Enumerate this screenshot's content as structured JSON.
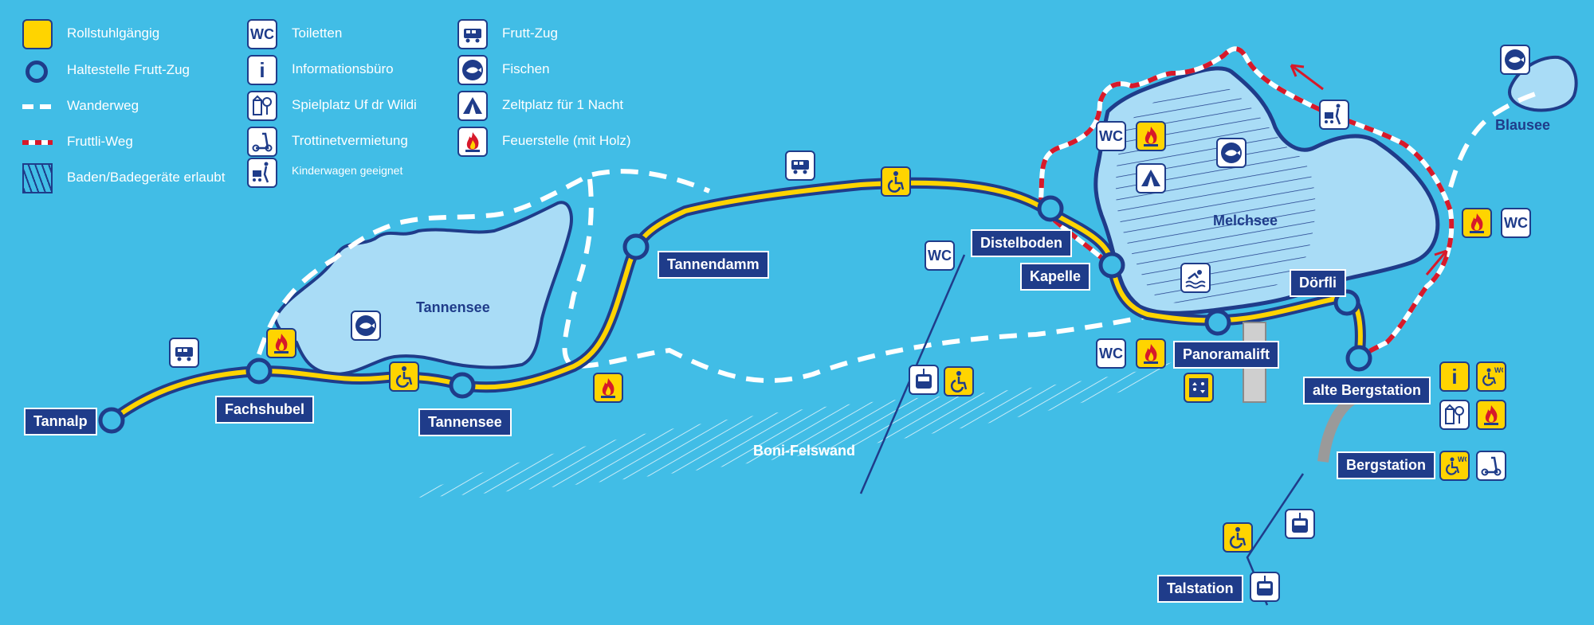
{
  "legend": [
    {
      "key": "wheelchair",
      "label": "Rollstuhlgängig"
    },
    {
      "key": "stop",
      "label": "Haltestelle Frutt-Zug"
    },
    {
      "key": "hiking",
      "label": "Wanderweg"
    },
    {
      "key": "fruttli",
      "label": "Fruttli-Weg"
    },
    {
      "key": "bathing",
      "label": "Baden/Badegeräte erlaubt"
    },
    {
      "key": "wc",
      "label": "Toiletten"
    },
    {
      "key": "info",
      "label": "Informationsbüro"
    },
    {
      "key": "playground",
      "label": "Spielplatz Uf dr Wildi"
    },
    {
      "key": "scooter",
      "label": "Trottinetvermietung"
    },
    {
      "key": "stroller",
      "label": "Kinderwagen geeignet"
    },
    {
      "key": "train",
      "label": "Frutt-Zug"
    },
    {
      "key": "fish",
      "label": "Fischen"
    },
    {
      "key": "tent",
      "label": "Zeltplatz für 1 Nacht"
    },
    {
      "key": "fire",
      "label": "Feuerstelle (mit Holz)"
    }
  ],
  "icon_text": {
    "wc": "WC",
    "info": "i"
  },
  "stops": {
    "tannalp": "Tannalp",
    "fachshubel": "Fachshubel",
    "tannensee": "Tannensee",
    "tannendamm": "Tannendamm",
    "distelboden": "Distelboden",
    "kapelle": "Kapelle",
    "doerfli": "Dörfli",
    "panoramalift": "Panoramalift",
    "alte_bergstation": "alte Bergstation",
    "bergstation": "Bergstation",
    "talstation": "Talstation"
  },
  "lakes": {
    "tannensee": "Tannensee",
    "melchsee": "Melchsee",
    "blausee": "Blausee"
  },
  "cliff": "Boni-Felswand",
  "colors": {
    "background": "#41bde6",
    "navy": "#1f3c8a",
    "lake": "#a9dcf6",
    "yellow": "#ffd400",
    "red": "#d7192a",
    "white": "#ffffff"
  }
}
